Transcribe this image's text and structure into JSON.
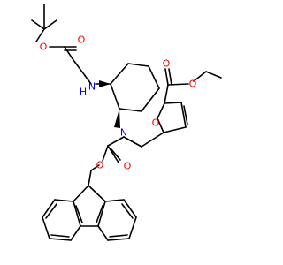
{
  "molecule": {
    "atoms": {
      "o_carbonyl_boc": "O",
      "o_ester_boc": "O",
      "nh_label": "H",
      "n_amine": "N",
      "n_central": "N",
      "o_furan": "O",
      "o_carbonyl_ester": "O",
      "o_ester_ethyl": "O",
      "o_carbonyl_fmoc": "O",
      "o_ester_fmoc": "O"
    },
    "colors": {
      "bond": "#000000",
      "oxygen": "#ff0000",
      "nitrogen": "#0000ff"
    }
  }
}
